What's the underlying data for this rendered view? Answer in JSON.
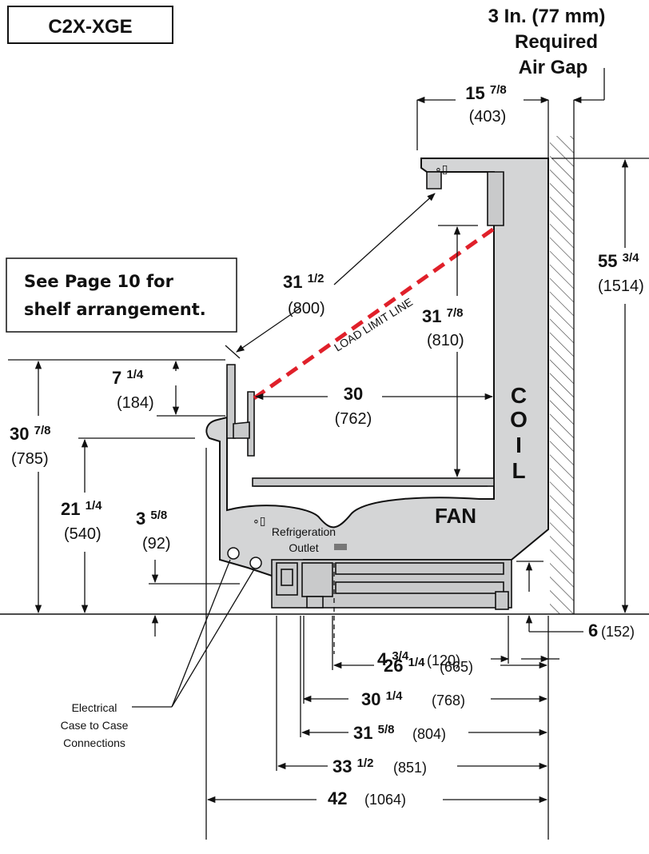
{
  "model": "C2X-XGE",
  "note": {
    "line1": "See Page 10 for",
    "line2": "shelf arrangement."
  },
  "air_gap": {
    "line1": "3 In. (77 mm)",
    "line2": "Required",
    "line3": "Air Gap"
  },
  "labels": {
    "coil": [
      "C",
      "O",
      "I",
      "L"
    ],
    "fan": "FAN",
    "load_limit": "LOAD LIMIT LINE",
    "refrigeration": "Refrigeration",
    "outlet": "Outlet",
    "electrical": [
      "Electrical",
      "Case to Case",
      "Connections"
    ]
  },
  "dimensions": {
    "top_depth": {
      "whole": "15",
      "frac": "7/8",
      "mm": "(403)"
    },
    "height_total": {
      "whole": "55",
      "frac": "3/4",
      "mm": "(1514)"
    },
    "diagonal": {
      "whole": "31",
      "frac": "1/2",
      "mm": "(800)"
    },
    "opening_height": {
      "whole": "31",
      "frac": "7/8",
      "mm": "(810)"
    },
    "shelf_depth": {
      "whole": "30",
      "mm": "(762)"
    },
    "front_rise": {
      "whole": "7",
      "frac": "1/4",
      "mm": "(184)"
    },
    "front_height": {
      "whole": "30",
      "frac": "7/8",
      "mm": "(785)"
    },
    "deck_height": {
      "whole": "21",
      "frac": "1/4",
      "mm": "(540)"
    },
    "base_height": {
      "whole": "3",
      "frac": "5/8",
      "mm": "(92)"
    },
    "rear_base": {
      "whole": "6",
      "mm": "(152)"
    },
    "d1": {
      "whole": "4",
      "frac": "3/4",
      "mm": "(120)"
    },
    "d2": {
      "whole": "26",
      "frac": "1/4",
      "mm": "(665)"
    },
    "d3": {
      "whole": "30",
      "frac": "1/4",
      "mm": "(768)"
    },
    "d4": {
      "whole": "31",
      "frac": "5/8",
      "mm": "(804)"
    },
    "d5": {
      "whole": "33",
      "frac": "1/2",
      "mm": "(851)"
    },
    "d6": {
      "whole": "42",
      "mm": "(1064)"
    }
  },
  "colors": {
    "case_fill": "#d4d5d6",
    "load_limit_line": "#e0202a",
    "line": "#111111"
  }
}
